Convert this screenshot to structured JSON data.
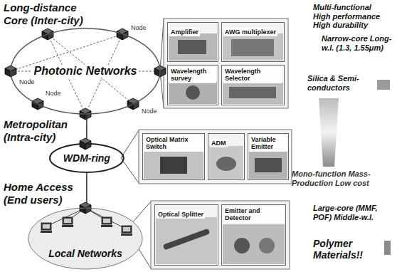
{
  "diagram": {
    "nodes": [
      {
        "text": [
          "Photonic Networks"
        ]
      },
      {
        "text": [
          "Amplifier"
        ]
      },
      {
        "text": [
          "AWG multiplexer"
        ]
      },
      {
        "text": [
          "Wavelength survey"
        ]
      },
      {
        "text": [
          "Wavelength Selector"
        ]
      },
      {
        "text": [
          "WDM-ring"
        ]
      },
      {
        "text": [
          "Optical Matrix Switch"
        ]
      },
      {
        "text": [
          "ADM"
        ]
      },
      {
        "text": [
          "Variable Emitter"
        ]
      },
      {
        "text": [
          "Local Networks"
        ]
      },
      {
        "text": [
          "Optical Splitter"
        ]
      },
      {
        "text": [
          "Emitter and Detector"
        ]
      }
    ],
    "edges": [
      {
        "from": 0,
        "to": 5,
        "arrow": "none"
      },
      {
        "from": 5,
        "to": 9,
        "arrow": "none"
      }
    ],
    "labels": [
      "Long-distance",
      "Core (Inter-city)",
      "Node",
      "Node",
      "Node",
      "Node",
      "Metropolitan",
      "(Intra-city)",
      "Home Access",
      "(End users)",
      "Multi-functional High performance High durability",
      "Narrow-core Long-w.l. (1.3, 1.55μm)",
      "Silica & Semi-conductors",
      "Mono-function Mass-Production Low cost",
      "Large-core (MMF, POF) Middle-w.l.",
      "Polymer Materials!!"
    ]
  }
}
